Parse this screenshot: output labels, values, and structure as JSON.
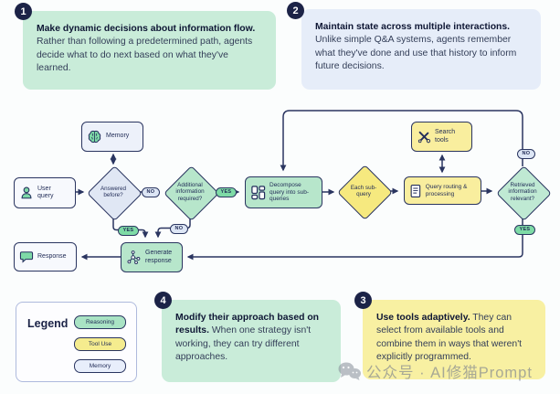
{
  "callouts": [
    {
      "number": "1",
      "title": "Make dynamic decisions about information flow.",
      "body": "Rather than following a predetermined path, agents decide what to do next based on what they've learned."
    },
    {
      "number": "2",
      "title": "Maintain state across multiple interactions.",
      "body": "Unlike simple Q&A systems, agents remember what they've done and use that history to inform future decisions."
    },
    {
      "number": "3",
      "title": "Use tools adaptively.",
      "body": "They can select from available tools and combine them in ways that weren't explicitly programmed."
    },
    {
      "number": "4",
      "title": "Modify their approach based on results.",
      "body": "When one strategy isn't working, they can try different approaches."
    }
  ],
  "flowchart": {
    "nodes": {
      "memory": {
        "label": "Memory",
        "icon": "brain-icon",
        "type": "memory"
      },
      "user_query": {
        "label": "User query",
        "icon": "user-icon",
        "type": "memory"
      },
      "answered_before": {
        "label": "Answered before?",
        "type": "memory"
      },
      "additional_info": {
        "label": "Additional information required?",
        "type": "reasoning"
      },
      "decompose": {
        "label": "Decompose query into sub-queries",
        "icon": "grid-icon",
        "type": "reasoning"
      },
      "each_subquery": {
        "label": "Each sub-query",
        "type": "tool"
      },
      "search_tools": {
        "label": "Search tools",
        "icon": "tools-icon",
        "type": "tool"
      },
      "query_routing": {
        "label": "Query routing & processing",
        "icon": "document-icon",
        "type": "tool"
      },
      "retrieved_relevant": {
        "label": "Retrieved information relevant?",
        "type": "reasoning"
      },
      "generate_response": {
        "label": "Generate response",
        "icon": "network-icon",
        "type": "reasoning"
      },
      "response": {
        "label": "Response",
        "icon": "chat-bubble-icon",
        "type": "memory"
      }
    },
    "edge_labels": {
      "yes": "YES",
      "no": "NO"
    }
  },
  "legend": {
    "title": "Legend",
    "items": [
      {
        "label": "Reasoning",
        "color": "#a9e3c4"
      },
      {
        "label": "Tool Use",
        "color": "#f5ec8e"
      },
      {
        "label": "Memory",
        "color": "#e8eefb"
      }
    ]
  },
  "watermark": {
    "icon": "wechat-icon",
    "text": "公众号 · AI修猫Prompt"
  },
  "colors": {
    "navy": "#2a3560",
    "reasoning_green": "#b7e6cb",
    "tool_yellow": "#f9ee9e",
    "memory_blue": "#edf1fa",
    "callout_green": "#c9ecd9",
    "callout_blue": "#e6edf9",
    "callout_yellow": "#f8f0a2",
    "badge_navy": "#1c2347"
  }
}
